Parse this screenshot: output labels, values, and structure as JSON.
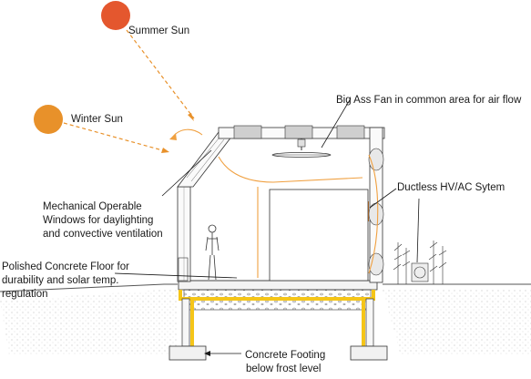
{
  "labels": {
    "summer_sun": "Summer Sun",
    "winter_sun": "Winter Sun",
    "fan": "Big Ass Fan in common area for air flow",
    "hvac": "Ductless HV/AC Sytem",
    "windows_line1": "Mechanical Operable",
    "windows_line2": "Windows for daylighting",
    "windows_line3": "and convective ventilation",
    "floor_line1": "Polished Concrete Floor for",
    "floor_line2": "durability and solar temp.",
    "floor_line3": "regulation",
    "footing_line1": "Concrete Footing",
    "footing_line2": "below frost level"
  },
  "colors": {
    "summer_sun": "#e4572e",
    "winter_sun": "#e8912a",
    "sun_ray": "#e8912a",
    "air_flow": "#f0a040",
    "insulation": "#f5c518",
    "hvac_unit": "#e07b20",
    "line": "#1a1a1a",
    "ground_stipple": "#999999"
  }
}
